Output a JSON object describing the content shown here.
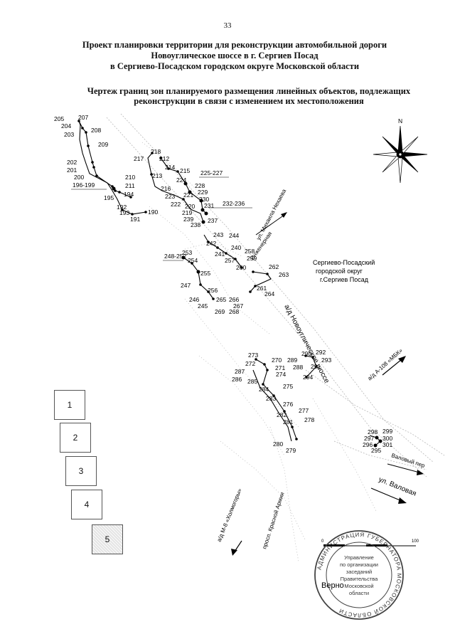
{
  "page_number": "33",
  "title_lines": [
    "Проект планировки территории для реконструкции автомобильной дороги",
    "Новоуглическое шоссе в г. Сергиев Посад",
    "в Сергиево-Посадском городском округе Московской области"
  ],
  "subtitle_lines": [
    "Чертеж границ зон планируемого размещения линейных объектов, подлежащих",
    "реконструкции в связи с изменением их местоположения"
  ],
  "area_label": [
    "Сергиево-Посадский",
    "городской округ",
    "г.Сергиев Посад"
  ],
  "roads": {
    "novouglich": "а/д Новоуглическое шоссе",
    "nekhaeva": "ул. Михаила Нехаева",
    "inzhenernaya": "Инженерная",
    "a108": "а/д А-108 «МБК»",
    "valovy_per": "Валовый пер",
    "valovaya": "ул. Валовая",
    "m8": "а/д М-8 «Холмогоры»",
    "krasnoy_armii": "просп. Красной Армии"
  },
  "north_label": "N",
  "scale": {
    "start": "0",
    "end": "100"
  },
  "legend": [
    "1",
    "2",
    "3",
    "4",
    "5"
  ],
  "seal": {
    "ring": "АДМИНИСТРАЦИЯ ГУБЕРНАТОРА МОСКОВСКОЙ ОБЛАСТИ",
    "center": [
      "Управление",
      "по организации",
      "заседаний",
      "Правительства",
      "Московской",
      "области"
    ],
    "verno": "Верно"
  },
  "group_labels": [
    "196-199",
    "225-227",
    "232-236",
    "248-252"
  ],
  "points": [
    "205",
    "207",
    "204",
    "208",
    "203",
    "209",
    "202",
    "201",
    "200",
    "210",
    "211",
    "194",
    "195",
    "192",
    "193",
    "191",
    "190",
    "218",
    "217",
    "212",
    "214",
    "215",
    "213",
    "224",
    "216",
    "228",
    "223",
    "221",
    "229",
    "230",
    "222",
    "220",
    "231",
    "219",
    "239",
    "238",
    "237",
    "243",
    "244",
    "242",
    "240",
    "241",
    "258",
    "259",
    "257",
    "260",
    "253",
    "254",
    "255",
    "247",
    "256",
    "246",
    "245",
    "265",
    "266",
    "267",
    "269",
    "268",
    "262",
    "263",
    "261",
    "264",
    "273",
    "270",
    "272",
    "271",
    "287",
    "274",
    "286",
    "285",
    "284",
    "275",
    "283",
    "276",
    "277",
    "282",
    "281",
    "278",
    "280",
    "279",
    "290",
    "292",
    "289",
    "293",
    "288",
    "291",
    "294",
    "298",
    "299",
    "297",
    "300",
    "296",
    "301",
    "295"
  ]
}
